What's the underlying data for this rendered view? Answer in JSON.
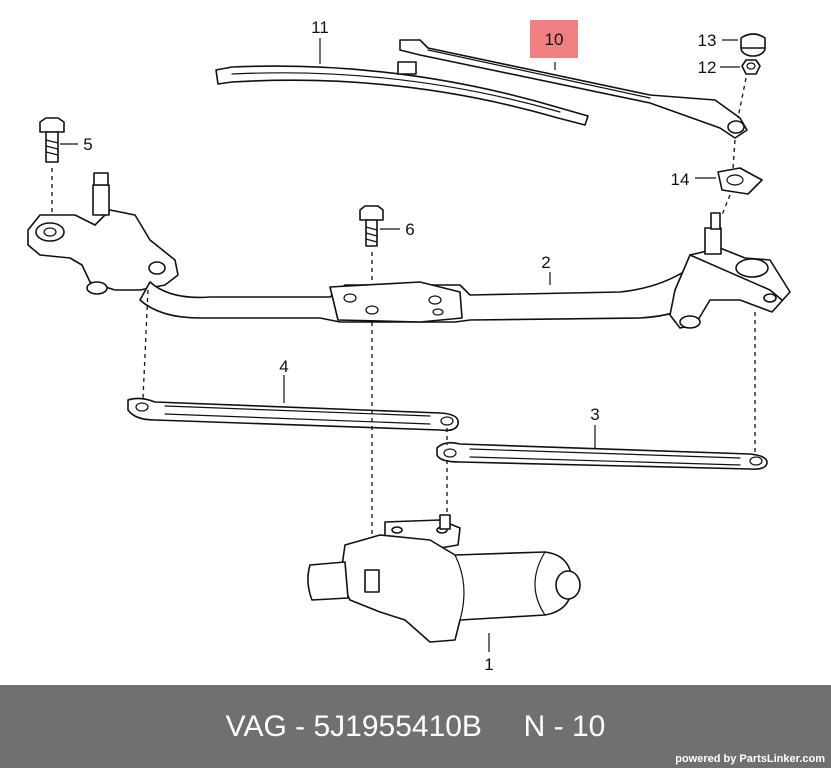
{
  "diagram": {
    "callouts": {
      "c1": "1",
      "c2": "2",
      "c3": "3",
      "c4": "4",
      "c5": "5",
      "c6": "6",
      "c10": "10",
      "c11": "11",
      "c12": "12",
      "c13": "13",
      "c14": "14"
    },
    "highlight_color": "#f08080"
  },
  "footer": {
    "label": "VAG - 5J1955410B     N - 10",
    "powered_by": "powered by PartsLinker.com"
  }
}
